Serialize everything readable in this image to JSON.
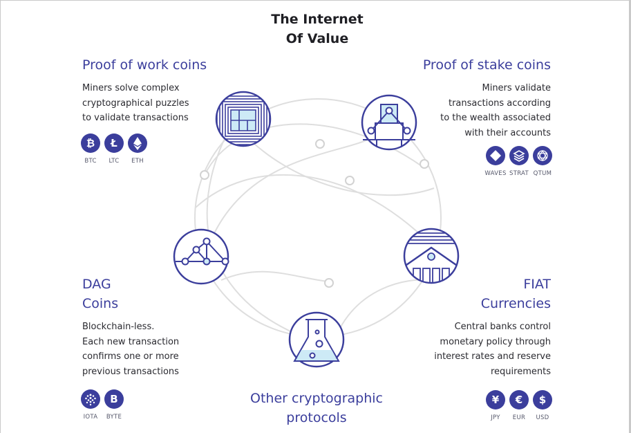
{
  "title": {
    "line1": "The Internet",
    "line2": "Of Value"
  },
  "pow": {
    "heading": "Proof of work coins",
    "desc": [
      "Miners solve complex",
      "cryptographical puzzles",
      "to validate transactions"
    ],
    "coins": [
      {
        "label": "BTC",
        "glyph": "₿",
        "icon": "bitcoin-icon"
      },
      {
        "label": "LTC",
        "glyph": "Ł",
        "icon": "litecoin-icon"
      },
      {
        "label": "ETH",
        "glyph": "",
        "icon": "ethereum-icon"
      }
    ]
  },
  "pos": {
    "heading": "Proof of stake coins",
    "desc": [
      "Miners validate",
      "transactions according",
      "to the wealth associated",
      "with their accounts"
    ],
    "coins": [
      {
        "label": "WAVES",
        "glyph": "",
        "icon": "waves-icon"
      },
      {
        "label": "STRAT",
        "glyph": "",
        "icon": "stratis-icon"
      },
      {
        "label": "QTUM",
        "glyph": "",
        "icon": "qtum-icon"
      }
    ]
  },
  "dag": {
    "heading": [
      "DAG",
      "Coins"
    ],
    "desc": [
      "Blockchain-less.",
      "Each new transaction",
      "confirms one or more",
      "previous transactions"
    ],
    "coins": [
      {
        "label": "IOTA",
        "glyph": "",
        "icon": "iota-icon"
      },
      {
        "label": "BYTE",
        "glyph": "B",
        "icon": "byteball-icon"
      }
    ]
  },
  "fiat": {
    "heading": [
      "FIAT",
      "Currencies"
    ],
    "desc": [
      "Central banks control",
      "monetary policy through",
      "interest rates and reserve",
      "requirements"
    ],
    "coins": [
      {
        "label": "JPY",
        "glyph": "¥",
        "icon": "yen-icon"
      },
      {
        "label": "EUR",
        "glyph": "€",
        "icon": "euro-icon"
      },
      {
        "label": "USD",
        "glyph": "$",
        "icon": "dollar-icon"
      }
    ]
  },
  "other": {
    "heading": [
      "Other cryptographic",
      "protocols"
    ]
  },
  "colors": {
    "accent": "#3b3e9c",
    "accent_light": "#cdeaf6",
    "line": "#dcdcdc",
    "text": "#2a2a30"
  }
}
